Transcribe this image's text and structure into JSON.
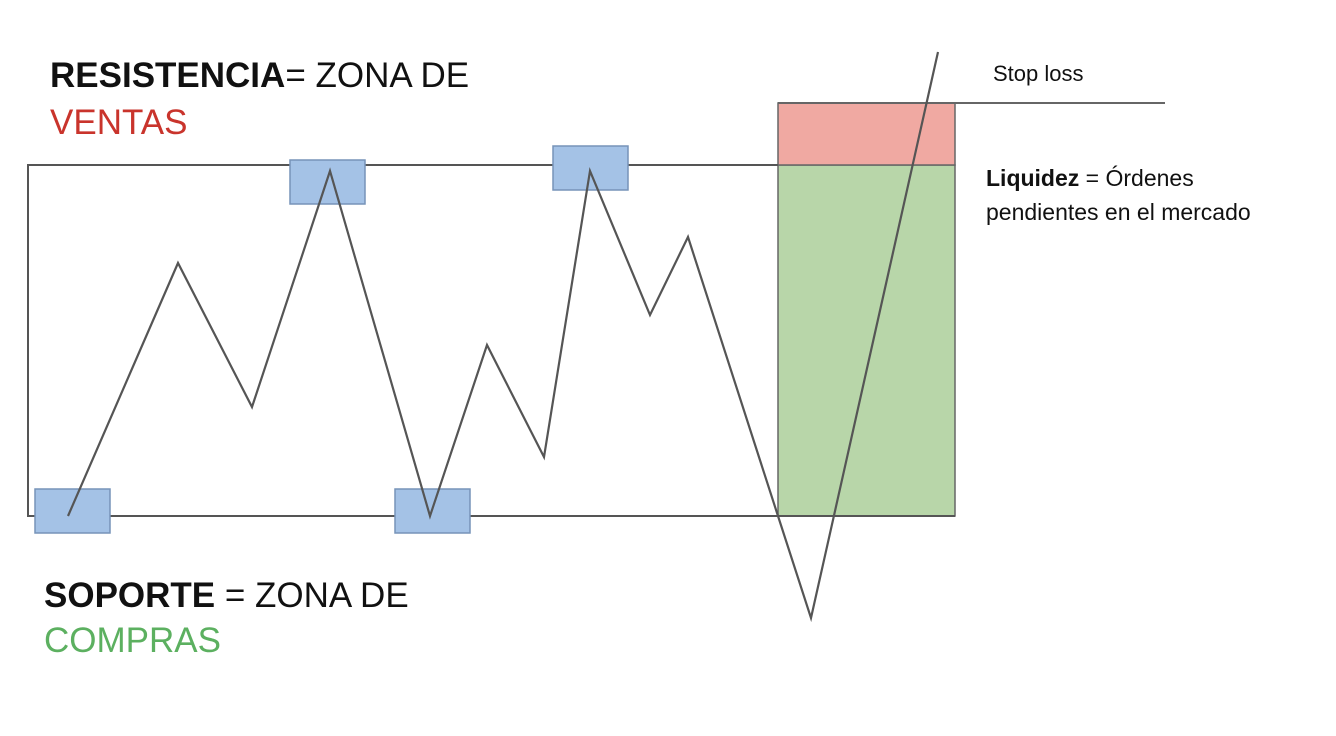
{
  "resistance": {
    "bold": "RESISTENCIA",
    "rest": "= ZONA DE",
    "zone": "VENTAS",
    "zone_color": "#c9342c"
  },
  "support": {
    "bold": "SOPORTE",
    "rest": " = ZONA DE",
    "zone": "COMPRAS",
    "zone_color": "#5cb060"
  },
  "stop_loss": {
    "label": "Stop loss"
  },
  "liquidity": {
    "bold": "Liquidez",
    "rest": " = Órdenes",
    "line2": "pendientes en el mercado"
  },
  "colors": {
    "line": "#555555",
    "touch_box": "#a4c2e6",
    "stop_zone": "#f0a9a2",
    "liquidity_zone": "#b8d6a9"
  }
}
